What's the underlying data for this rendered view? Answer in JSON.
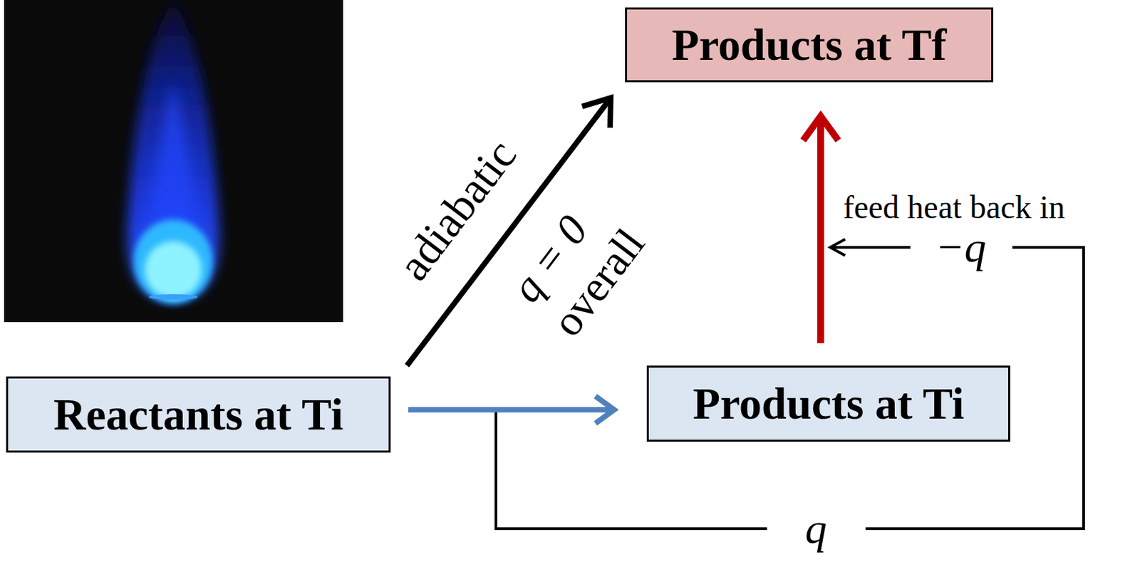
{
  "diagram": {
    "nodes": [
      {
        "text": [
          "Products at Tf"
        ]
      },
      {
        "text": [
          "Reactants at Ti"
        ]
      },
      {
        "text": [
          "Products at Ti"
        ]
      }
    ],
    "edges": [
      {
        "from": 1,
        "to": 2,
        "arrow": "to"
      },
      {
        "from": 1,
        "to": 0,
        "arrow": "to",
        "label": "adiabatic"
      },
      {
        "from": 2,
        "to": 0,
        "arrow": "to"
      }
    ],
    "labels": [
      "q = 0",
      "overall",
      "feed heat back in",
      "−q",
      "q"
    ]
  }
}
